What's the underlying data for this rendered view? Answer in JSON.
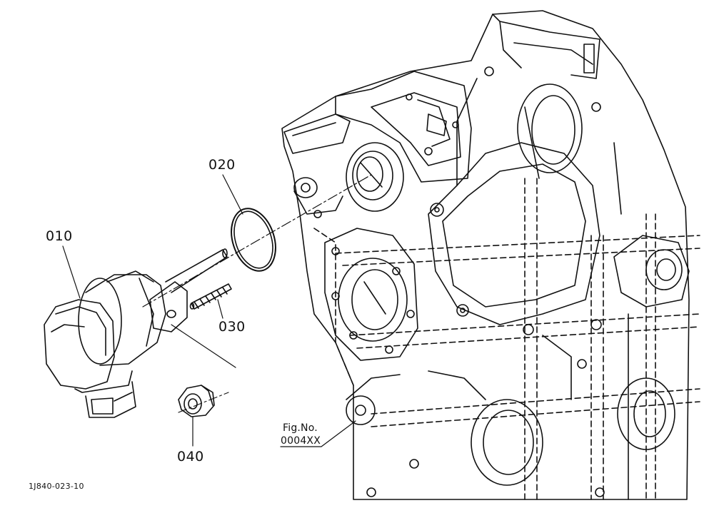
{
  "diagram": {
    "parts": [
      {
        "callout": "010"
      },
      {
        "callout": "020"
      },
      {
        "callout": "030"
      },
      {
        "callout": "040"
      }
    ],
    "fig_ref": {
      "line1": "Fig.No.",
      "line2": "0004XX"
    },
    "drawing_id": "1J840-023-10"
  }
}
